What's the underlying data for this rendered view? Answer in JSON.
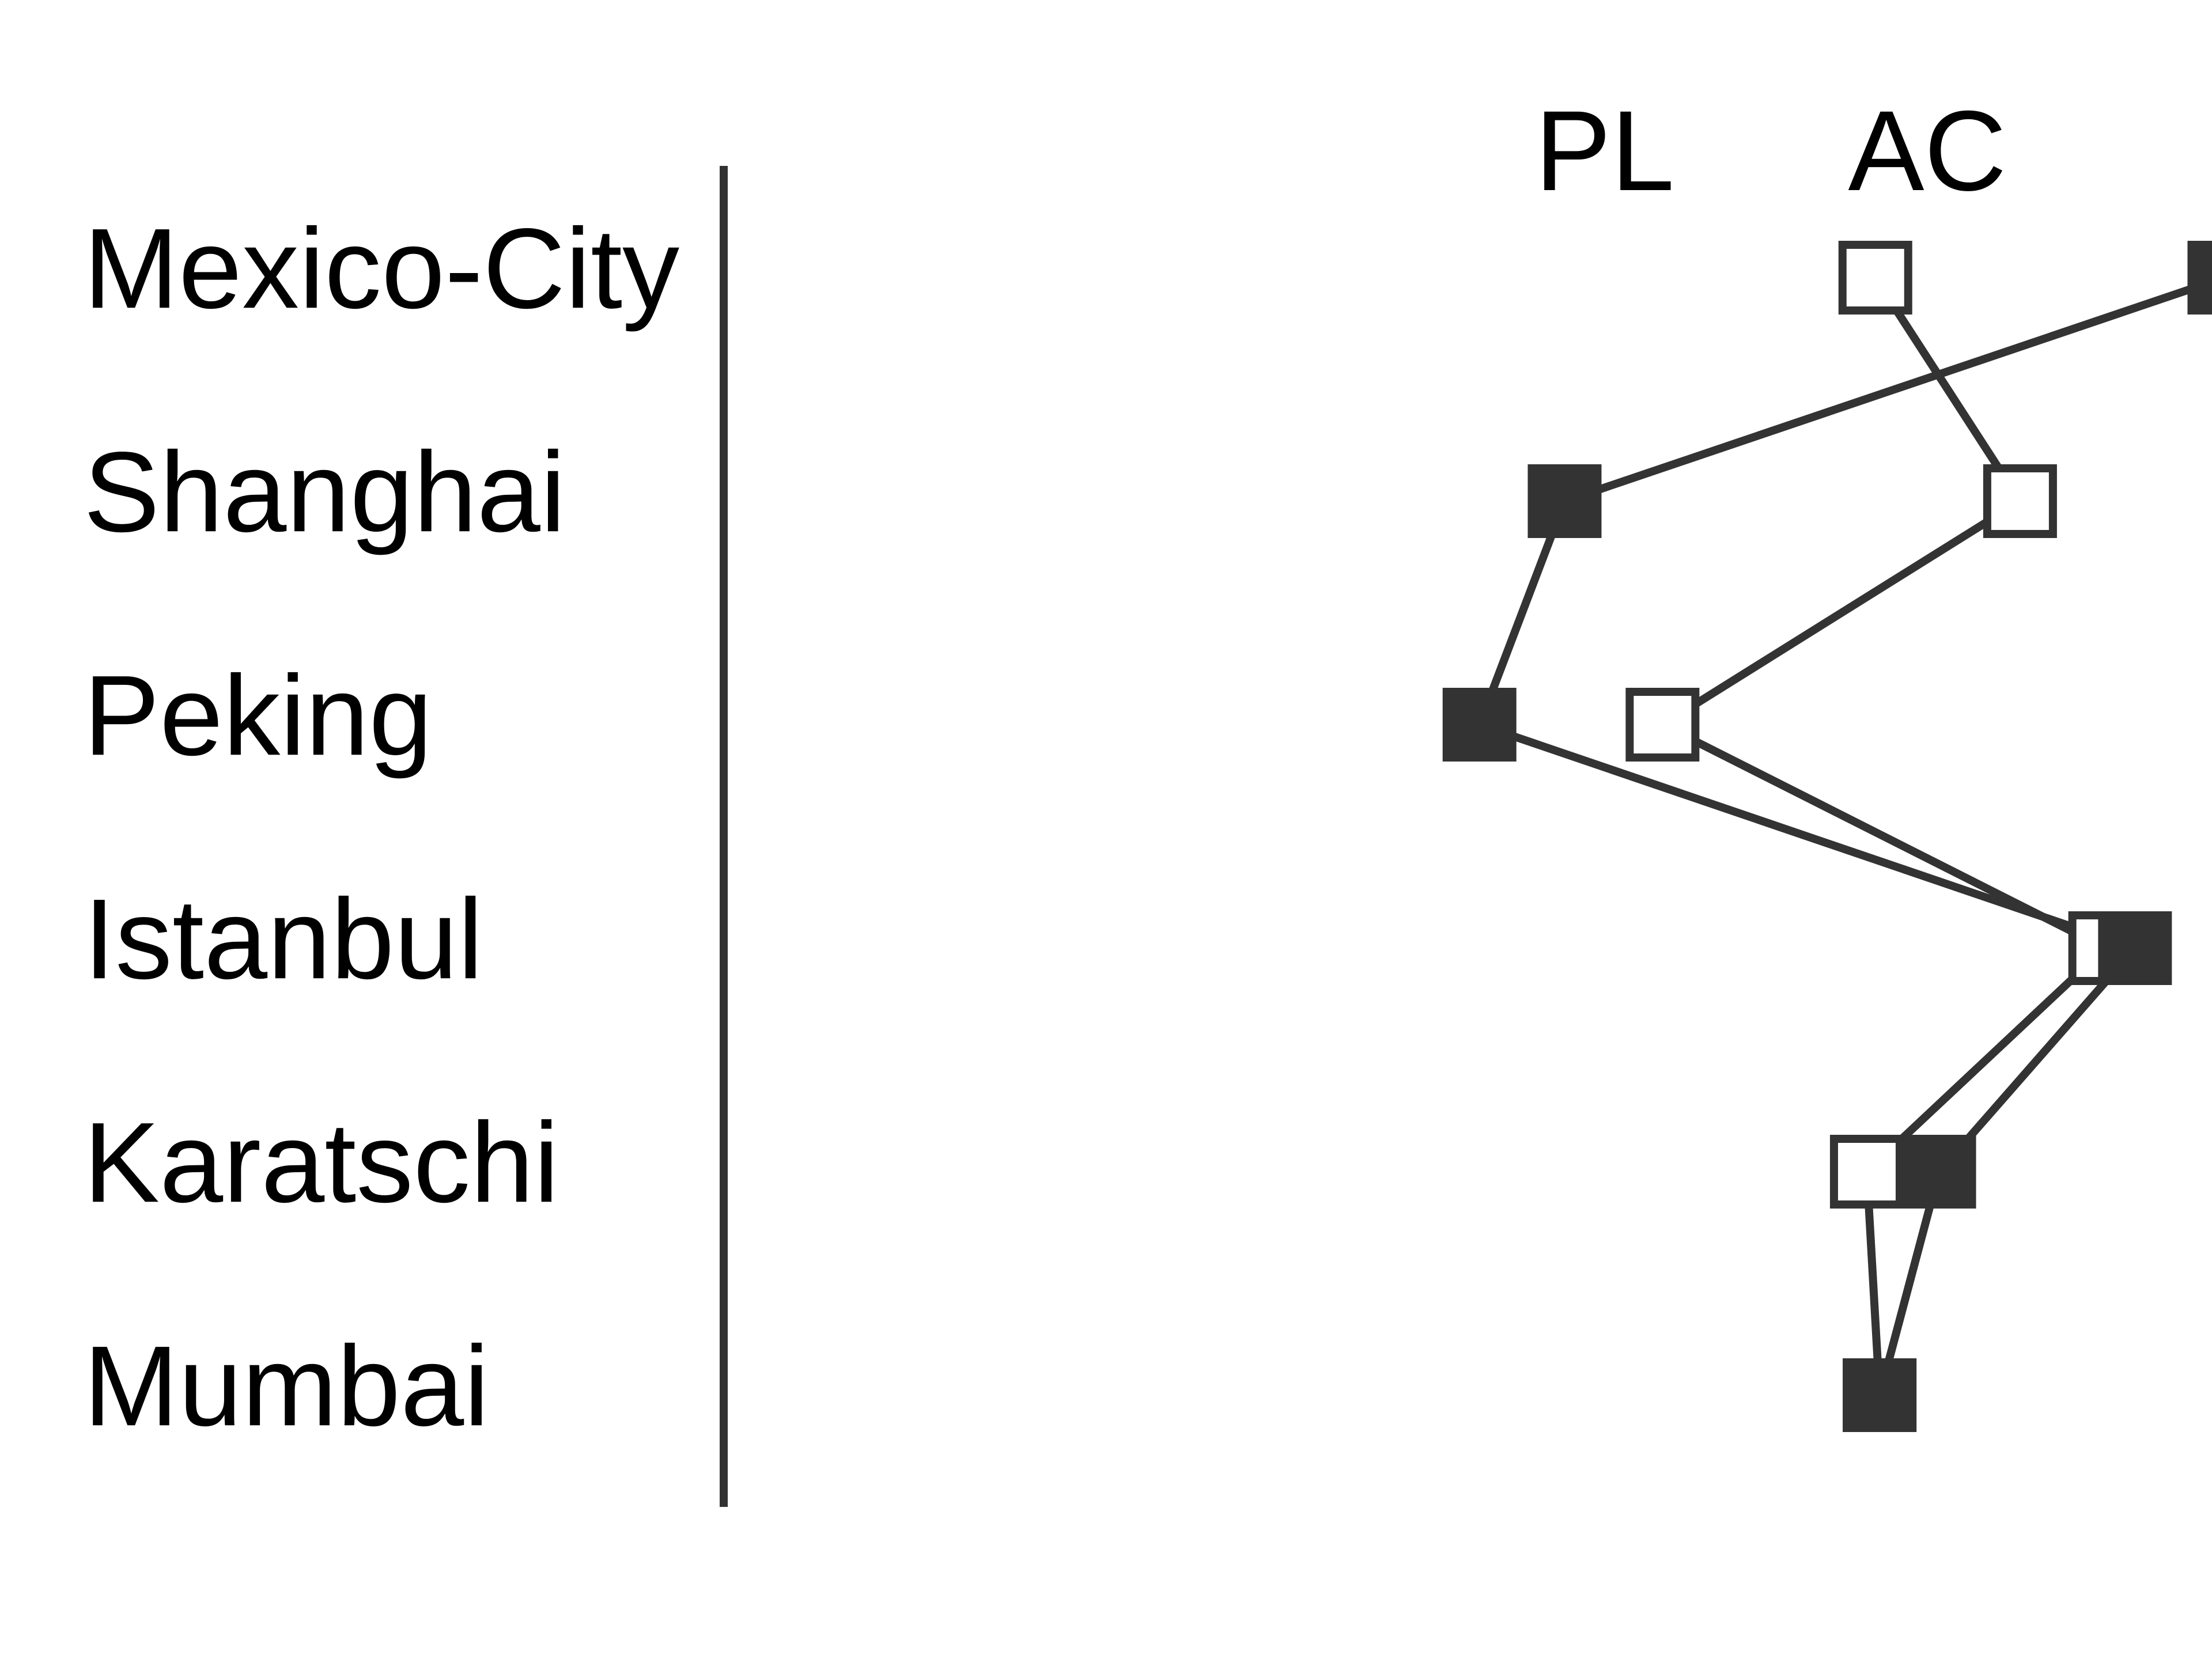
{
  "chart_data": {
    "type": "scatter",
    "title": "",
    "xlabel": "",
    "ylabel": "",
    "categories": [
      "Mexico-City",
      "Shanghai",
      "Peking",
      "Istanbul",
      "Karatschi",
      "Mumbai"
    ],
    "series": [
      {
        "name": "PL",
        "marker": "open-square",
        "values": [
          0.31,
          0.65,
          -0.19,
          0.85,
          0.29,
          0.32
        ]
      },
      {
        "name": "AC",
        "marker": "filled-square",
        "values": [
          1.13,
          -0.42,
          -0.62,
          0.92,
          0.46,
          0.32
        ]
      }
    ],
    "xlim": [
      -1.0,
      1.35
    ],
    "grid": false,
    "legend": "top",
    "colors": {
      "line": "#333333",
      "marker": "#333333",
      "open_fill": "#ffffff",
      "axis": "#333333"
    }
  }
}
